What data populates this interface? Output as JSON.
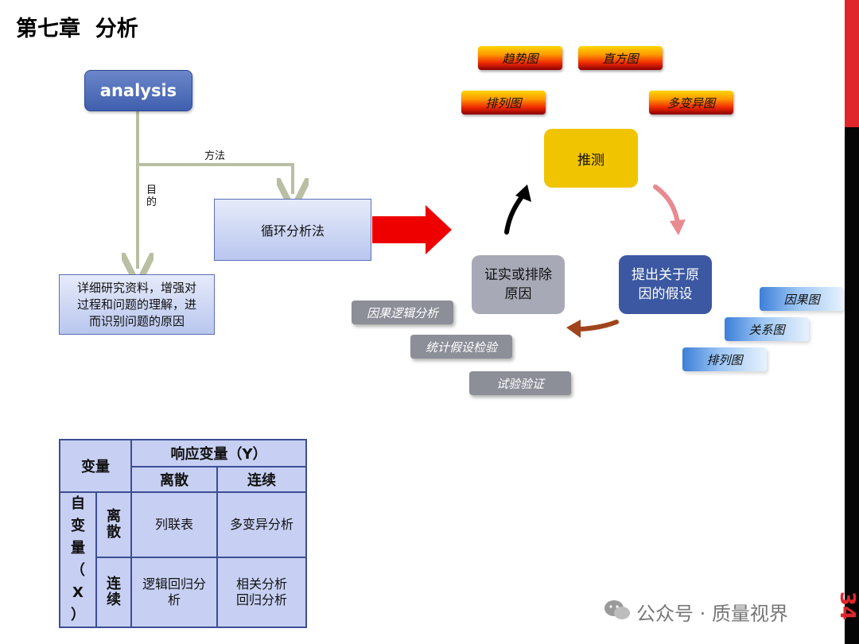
{
  "title": "第七章  分析",
  "page_number": "34",
  "analysis_label": "analysis",
  "method_label": "方法",
  "purpose_label": [
    "目",
    "的"
  ],
  "method_box": "循环分析法",
  "purpose_box": [
    "详细研究资料，增强对",
    "过程和问题的理解，进",
    "而识别问题的原因"
  ],
  "tools_top": [
    "趋势图",
    "直方图",
    "排列图",
    "多变异图"
  ],
  "cycle": {
    "infer": "推测",
    "hypothesis": [
      "提出关于原",
      "因的假设"
    ],
    "verify": [
      "证实或排除",
      "原因"
    ]
  },
  "verify_methods": [
    "因果逻辑分析",
    "统计假设检验",
    "试验验证"
  ],
  "hypothesis_tools": [
    "因果图",
    "关系图",
    "排列图"
  ],
  "table": {
    "corner": "变量",
    "response_header": "响应变量（Y）",
    "discrete": "离散",
    "continuous": "连续",
    "independent_chars": [
      "自",
      "变",
      "量",
      "（",
      "X",
      "）"
    ],
    "row_discrete_chars": [
      "离",
      "散"
    ],
    "row_continuous_chars": [
      "连",
      "续"
    ],
    "dd": "列联表",
    "dc": "多变异分析",
    "cd": [
      "逻辑回归分",
      "析"
    ],
    "cc": [
      "相关分析",
      "回归分析"
    ]
  },
  "watermark": "公众号 · 质量视界",
  "colors": {
    "accent_red": "#e0262b",
    "box_blue": "#3c58a2",
    "infer_yellow": "#f1c400",
    "verify_gray": "#a7a9b6"
  }
}
